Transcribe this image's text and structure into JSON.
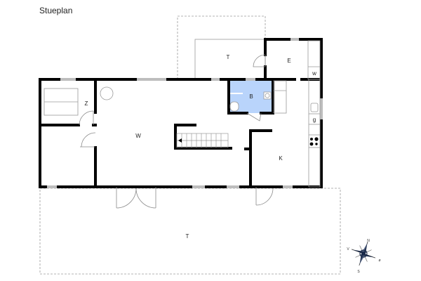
{
  "title": "Stueplan",
  "rooms": {
    "terrace_top": "T",
    "entrance": "E",
    "wc_closet": "w",
    "bathroom": "B",
    "bedroom": "Z",
    "living": "W",
    "kitchen": "K",
    "fridge": "g",
    "terrace_bottom": "T"
  },
  "compass": {
    "north": "N",
    "east": "ø",
    "south": "S",
    "west": "V"
  },
  "colors": {
    "wall": "#000000",
    "bathroom_fill": "#b9d4fb",
    "window": "#bdbdbd",
    "dashed": "#9a9a9a",
    "fixture": "#8a8a8a"
  }
}
